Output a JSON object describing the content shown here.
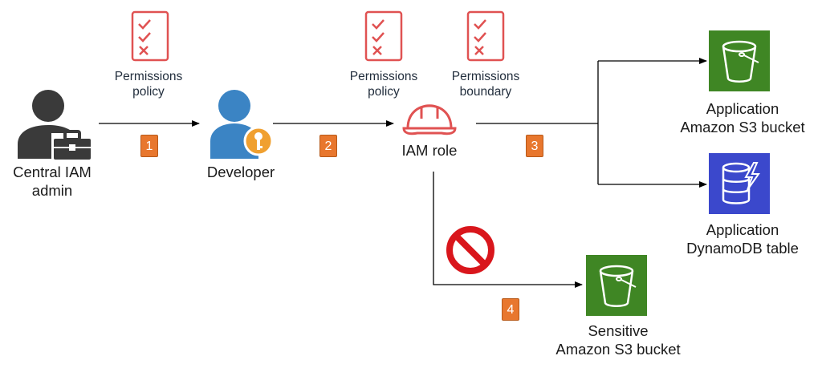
{
  "nodes": {
    "admin": "Central IAM\nadmin",
    "developer": "Developer",
    "iam_role": "IAM role",
    "app_bucket": "Application\nAmazon S3 bucket",
    "app_table": "Application\nDynamoDB table",
    "sensitive_bucket": "Sensitive\nAmazon S3 bucket"
  },
  "policies": {
    "permissions_policy_1": "Permissions\npolicy",
    "permissions_policy_2": "Permissions\npolicy",
    "permissions_boundary": "Permissions\nboundary"
  },
  "steps": [
    "1",
    "2",
    "3",
    "4"
  ],
  "colors": {
    "checklist": "#e05252",
    "deny": "#d9161c",
    "user": "#3b84c4",
    "admin": "#3a3a3a",
    "key_badge": "#f0a030",
    "s3": "#3f8624",
    "dynamodb": "#3b48cc",
    "step_badge": "#e8772e"
  }
}
